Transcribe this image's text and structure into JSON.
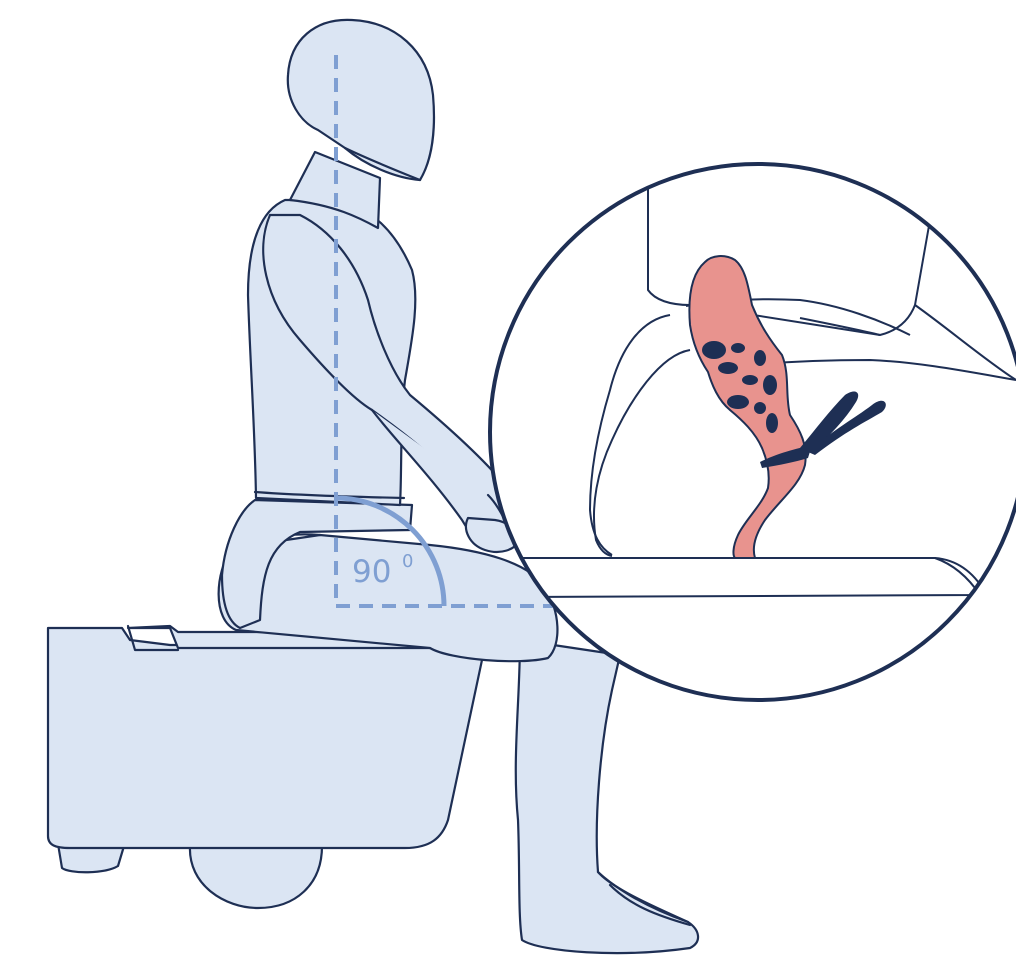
{
  "figure": {
    "angle_label": "90",
    "angle_unit": "0",
    "angle_degrees": 90
  },
  "colors": {
    "body_fill": "#dbe5f3",
    "outline": "#1e2f54",
    "guide_line": "#7f9fd2",
    "angle_arc": "#7f9fd2",
    "angle_text": "#7f9fd2",
    "colon": "#e8938e",
    "stool": "#1e2f54",
    "inset_background": "#ffffff"
  },
  "icons": {
    "figure": "seated-person-icon",
    "toilet": "toilet-icon",
    "inset": "magnifier-inset-icon"
  }
}
